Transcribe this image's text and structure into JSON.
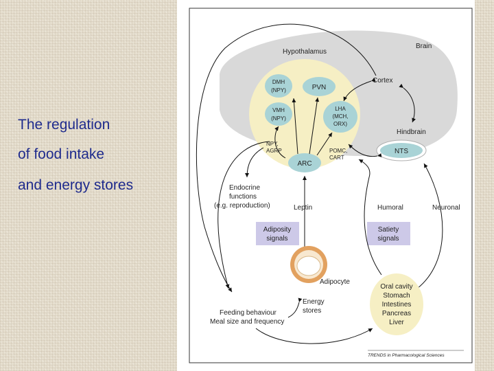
{
  "slide": {
    "title_lines": [
      "The regulation",
      "of  food  intake",
      "and energy  stores"
    ]
  },
  "diagram": {
    "brain": "Brain",
    "hypothalamus": "Hypothalamus",
    "cortex": "Cortex",
    "hindbrain": "Hindbrain",
    "dmh": [
      "DMH",
      "(NPY)"
    ],
    "vmh": [
      "VMH",
      "(NPY)"
    ],
    "pvn": "PVN",
    "lha": [
      "LHA",
      "(MCH,",
      "ORX)"
    ],
    "npy_agrp": [
      "NPY,",
      "AGRP"
    ],
    "pomc_cart": [
      "POMC,",
      "CART"
    ],
    "arc": "ARC",
    "nts": "NTS",
    "endocrine": [
      "Endocrine",
      "functions",
      "(e.g. reproduction)"
    ],
    "leptin": "Leptin",
    "humoral": "Humoral",
    "neuronal": "Neuronal",
    "adiposity_signals": [
      "Adiposity",
      "signals"
    ],
    "satiety_signals": [
      "Satiety",
      "signals"
    ],
    "adipocyte": "Adipocyte",
    "energy_stores": [
      "Energy",
      "stores"
    ],
    "feeding": [
      "Feeding behaviour",
      "Meal size and frequency"
    ],
    "gut": [
      "Oral cavity",
      "Stomach",
      "Intestines",
      "Pancreas",
      "Liver"
    ],
    "credit": "TRENDS in Pharmacological Sciences"
  },
  "colors": {
    "title_text": "#1e2a8c",
    "brain_fill": "#d9d9d9",
    "hypothalamus_fill": "#f6efc4",
    "nucleus_fill": "#a9d3d6",
    "signal_box_fill": "#cdc9e8",
    "gut_fill": "#f6efc4",
    "adipocyte_ring": "#e2a15f"
  }
}
